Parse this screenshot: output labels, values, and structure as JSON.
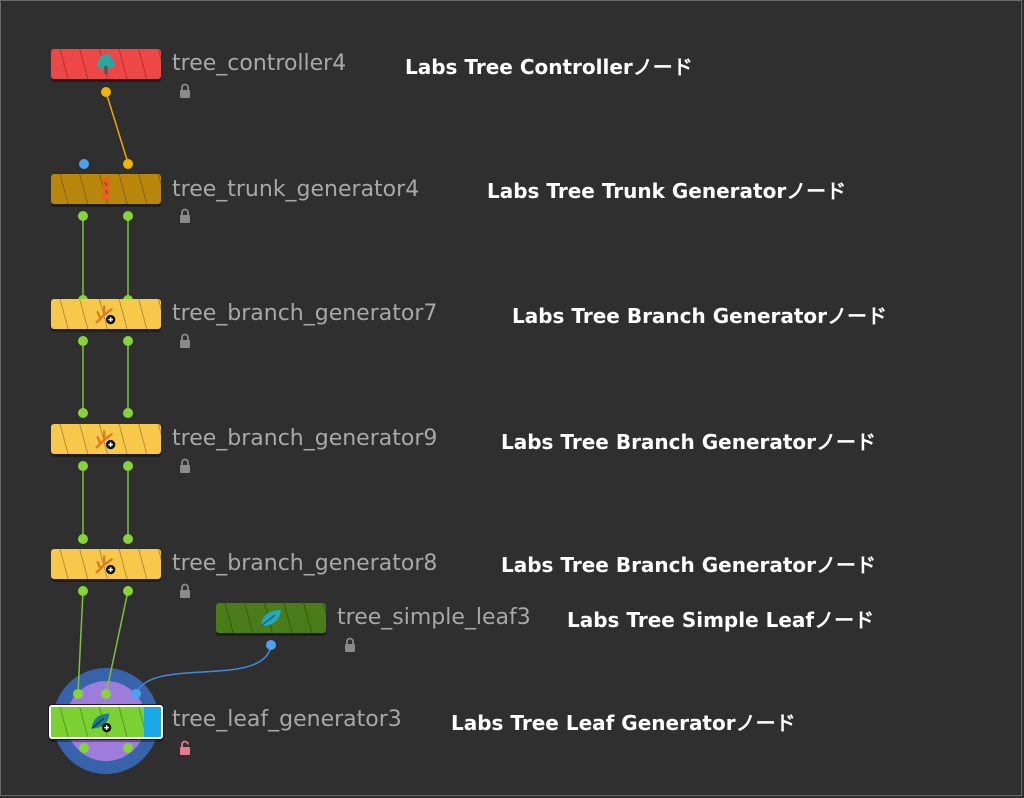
{
  "nodes": [
    {
      "id": "tree_controller4",
      "name": "tree_controller4",
      "description": "Labs Tree Controllerノード",
      "color": "#ee4747",
      "icon": "tree-icon",
      "locked": true
    },
    {
      "id": "tree_trunk_generator4",
      "name": "tree_trunk_generator4",
      "description": "Labs Tree Trunk Generatorノード",
      "color": "#b8860b",
      "icon": "trunk-icon",
      "locked": true
    },
    {
      "id": "tree_branch_generator7",
      "name": "tree_branch_generator7",
      "description": "Labs Tree Branch Generatorノード",
      "color": "#f7c84a",
      "icon": "branch-icon",
      "locked": true
    },
    {
      "id": "tree_branch_generator9",
      "name": "tree_branch_generator9",
      "description": "Labs Tree Branch Generatorノード",
      "color": "#f7c84a",
      "icon": "branch-icon",
      "locked": true
    },
    {
      "id": "tree_branch_generator8",
      "name": "tree_branch_generator8",
      "description": "Labs Tree Branch Generatorノード",
      "color": "#f7c84a",
      "icon": "branch-icon",
      "locked": true
    },
    {
      "id": "tree_simple_leaf3",
      "name": "tree_simple_leaf3",
      "description": "Labs Tree Simple Leafノード",
      "color": "#4a7d19",
      "icon": "leaf-icon",
      "locked": true
    },
    {
      "id": "tree_leaf_generator3",
      "name": "tree_leaf_generator3",
      "description": "Labs Tree Leaf Generatorノード",
      "color": "#7bd132",
      "icon": "leaf-generator-icon",
      "locked": false,
      "selected": true,
      "display_flag": true
    }
  ],
  "colors": {
    "background": "#2f2f2f",
    "wire_orange": "#f0a800",
    "wire_green": "#7cc23c",
    "wire_blue": "#3f8ce0",
    "port_blue": "#4aa3f0",
    "port_green": "#86d43a",
    "lock_grey": "#8a8a8a",
    "lock_open_pink": "#e87a8a",
    "display_flag": "#1ba8e6"
  }
}
